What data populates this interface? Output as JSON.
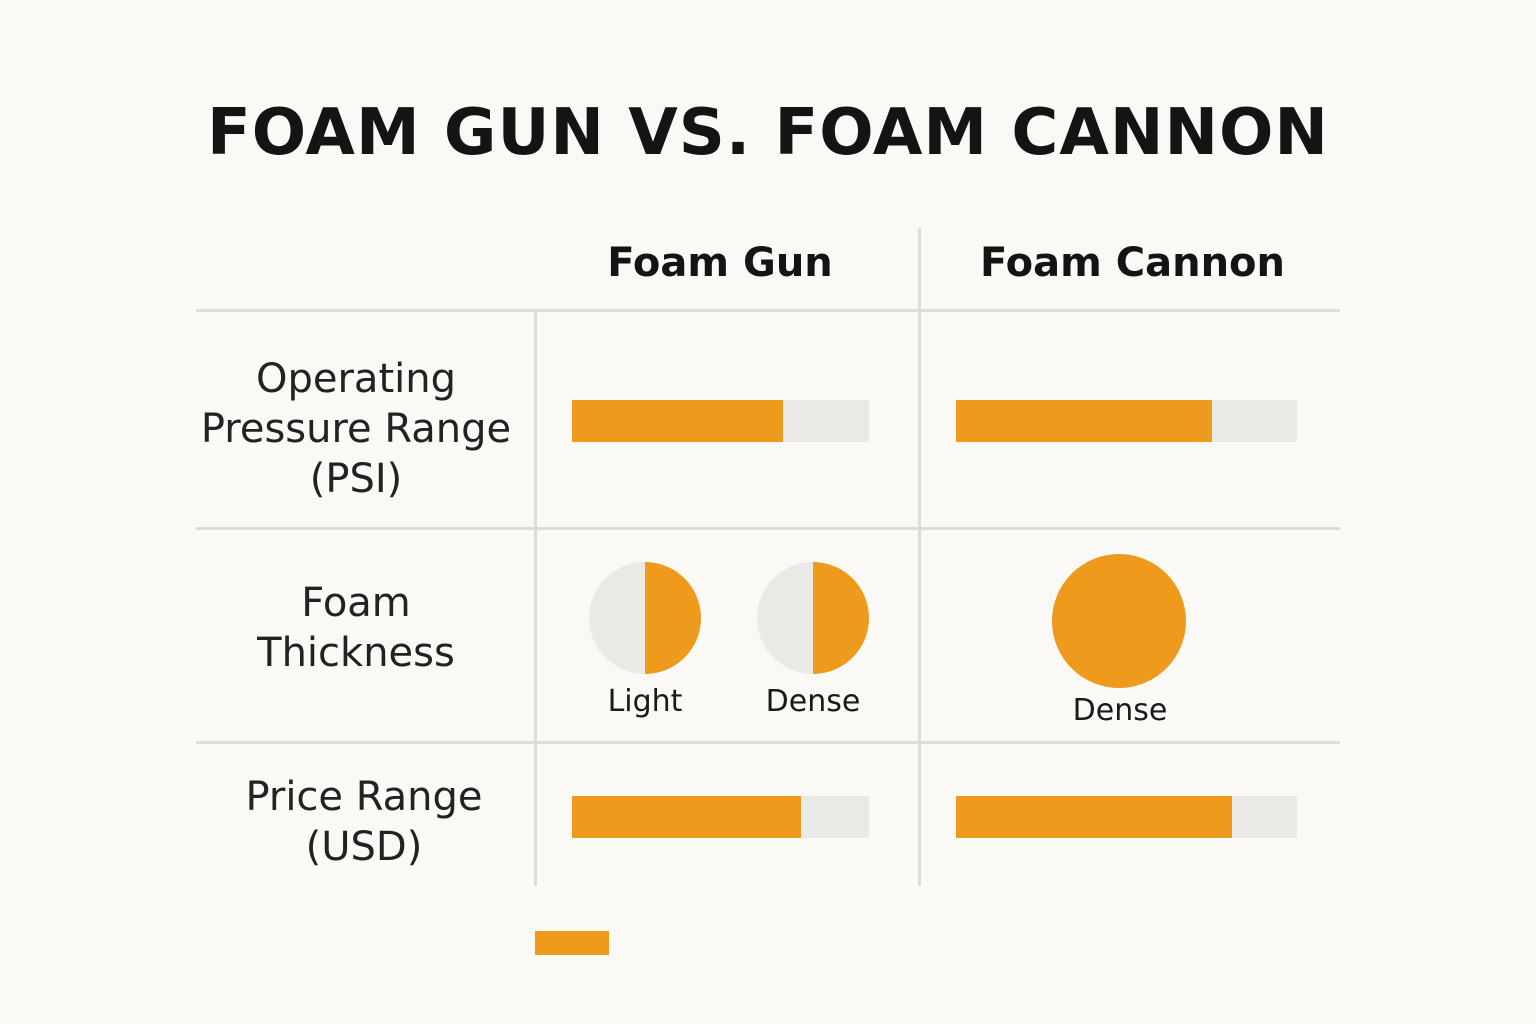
{
  "title": "FOAM GUN VS. FOAM CANNON",
  "accent_color": "#ee9a1c",
  "track_color": "#ebe9e5",
  "columns": [
    "Foam Gun",
    "Foam Cannon"
  ],
  "rows": {
    "pressure": [
      "Operating",
      "Pressure Range",
      "(PSI)"
    ],
    "thickness": [
      "Foam",
      "Thickness"
    ],
    "price": [
      "Price Range",
      "(USD)"
    ]
  },
  "chart_data": {
    "type": "table",
    "title": "FOAM GUN VS. FOAM CANNON",
    "columns": [
      "Foam Gun",
      "Foam Cannon"
    ],
    "rows": [
      {
        "label": "Operating Pressure Range (PSI)",
        "kind": "bar",
        "values": [
          0.71,
          0.75
        ]
      },
      {
        "label": "Foam Thickness",
        "kind": "circles",
        "values": [
          [
            {
              "label": "Light",
              "fill": 0.5
            },
            {
              "label": "Dense",
              "fill": 0.5
            }
          ],
          [
            {
              "label": "Dense",
              "fill": 1.0
            }
          ]
        ]
      },
      {
        "label": "Price Range (USD)",
        "kind": "bar",
        "values": [
          0.77,
          0.81
        ]
      }
    ],
    "legend": {
      "swatch": "accent",
      "label": ""
    }
  }
}
